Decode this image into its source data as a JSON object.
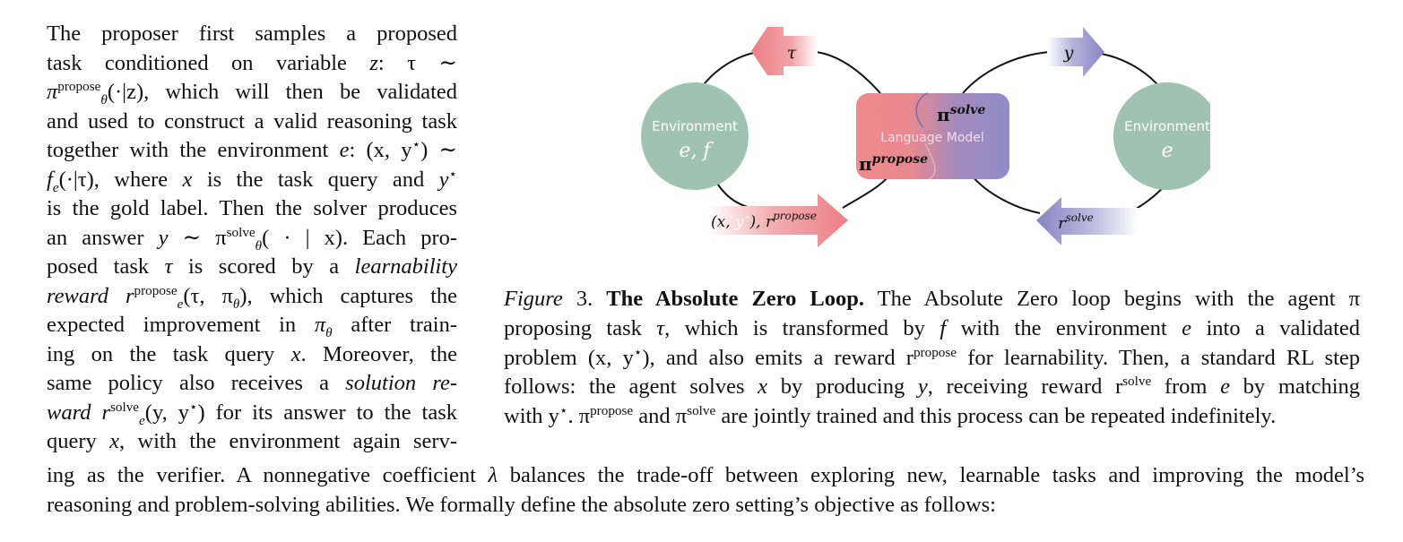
{
  "left_column": {
    "l1": "The proposer first samples a proposed",
    "l2a": "task conditioned on variable",
    "l2b": "z",
    "l2c": ":  τ  ∼",
    "l3a": "π",
    "l3sup": "propose",
    "l3sub": "θ",
    "l3b": "(·|z), which will then be validated",
    "l4": "and used to construct a valid reasoning task",
    "l5a": "together with the environment",
    "l5b": "e",
    "l5c": ": (x, y",
    "l5d": "⋆",
    "l5e": ")  ∼",
    "l6a": "f",
    "l6sub": "e",
    "l6b": "(·|τ), where",
    "l6c": "x",
    "l6d": "is the task query and",
    "l6e": "y",
    "l6f": "⋆",
    "l7": "is the gold label.  Then the solver produces",
    "l8a": "an answer",
    "l8b": "y",
    "l8c": "∼  π",
    "l8sup": "solve",
    "l8sub": "θ",
    "l8d": "( ·  |  x).   Each pro-",
    "l9a": "posed task",
    "l9b": "τ",
    "l9c": "is scored by a",
    "l9d": "learnability",
    "l10a": "reward",
    "l10b": "r",
    "l10sup": "propose",
    "l10sub": "e",
    "l10c": "(τ, π",
    "l10sub2": "θ",
    "l10d": "), which captures the",
    "l11a": "expected improvement in",
    "l11b": "π",
    "l11sub": "θ",
    "l11c": "after train-",
    "l12a": "ing on the task query",
    "l12b": "x",
    "l12c": ".  Moreover, the",
    "l13a": "same policy also receives a",
    "l13b": "solution re-",
    "l14a": "ward",
    "l14b": "r",
    "l14sup": "solve",
    "l14sub": "e",
    "l14c": "(y, y",
    "l14d": "⋆",
    "l14e": ") for its answer to the task",
    "l15a": "query",
    "l15b": "x",
    "l15c": ", with the environment again serv-"
  },
  "full_width": {
    "l1a": "ing as the verifier.  A nonnegative coefficient",
    "l1b": "λ",
    "l1c": "balances the trade-off between exploring new, learnable tasks and improving the model’s",
    "l2": "reasoning and problem-solving abilities.  We formally define the absolute zero setting’s objective as follows:"
  },
  "caption": {
    "fig_label": "Figure",
    "fig_number": "3.",
    "title": "The Absolute Zero Loop.",
    "l1": "The Absolute Zero loop begins with the agent π",
    "l2a": "proposing task",
    "l2b": "τ",
    "l2c": ", which is transformed by",
    "l2d": "f",
    "l2e": "with the environment",
    "l2f": "e",
    "l2g": "into a validated",
    "l3a": "problem (x, y",
    "l3b": "⋆",
    "l3c": "), and also emits a reward r",
    "l3sup": "propose",
    "l3d": "for learnability. Then, a standard RL step",
    "l4a": "follows: the agent solves",
    "l4b": "x",
    "l4c": "by producing",
    "l4d": "y",
    "l4e": ", receiving reward r",
    "l4sup": "solve",
    "l4f": "from",
    "l4g": "e",
    "l4h": "by matching",
    "l5a": "with y",
    "l5b": "⋆",
    "l5c": ".  π",
    "l5sup1": "propose",
    "l5d": "and π",
    "l5sup2": "solve",
    "l5e": "are jointly trained and this process can be repeated indefinitely."
  },
  "figure": {
    "env_left_label": "Environment",
    "env_left_var": "e, f",
    "env_right_label": "Environment",
    "env_right_var": "e",
    "model_label": "Language Model",
    "pi_solve": "π",
    "pi_solve_sup": "solve",
    "pi_propose": "π",
    "pi_propose_sup": "propose",
    "arrow_tau": "τ",
    "arrow_y": "y",
    "arrow_xy_a": "(x, ",
    "arrow_xy_b": "y",
    "arrow_xy_c": "⋆",
    "arrow_xy_d": "), r",
    "arrow_xy_sup": "propose",
    "arrow_rsolve": "r",
    "arrow_rsolve_sup": "solve",
    "colors": {
      "env": "#9fc3b0",
      "propose": "#ec8a8f",
      "solve": "#8e8cc4"
    }
  }
}
